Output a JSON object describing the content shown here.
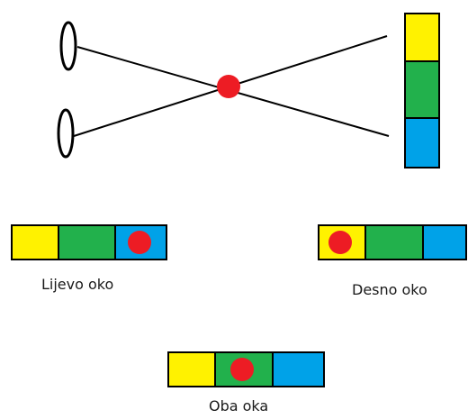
{
  "colors": {
    "yellow": "#FFF200",
    "green": "#22B14C",
    "blue": "#00A2E8",
    "red": "#ED1C24",
    "stroke": "#000000"
  },
  "labels": {
    "left_eye": "Lijevo oko",
    "right_eye": "Desno oko",
    "both_eyes": "Oba oka"
  },
  "strips": {
    "left_eye": {
      "segments": [
        "yellow",
        "green",
        "blue"
      ],
      "dot_in": "blue"
    },
    "right_eye": {
      "segments": [
        "yellow",
        "green",
        "blue"
      ],
      "dot_in": "yellow"
    },
    "both_eyes": {
      "segments": [
        "yellow",
        "green",
        "blue"
      ],
      "dot_in": "green"
    }
  },
  "vertical_strip": {
    "segments": [
      "yellow",
      "green",
      "blue"
    ]
  }
}
